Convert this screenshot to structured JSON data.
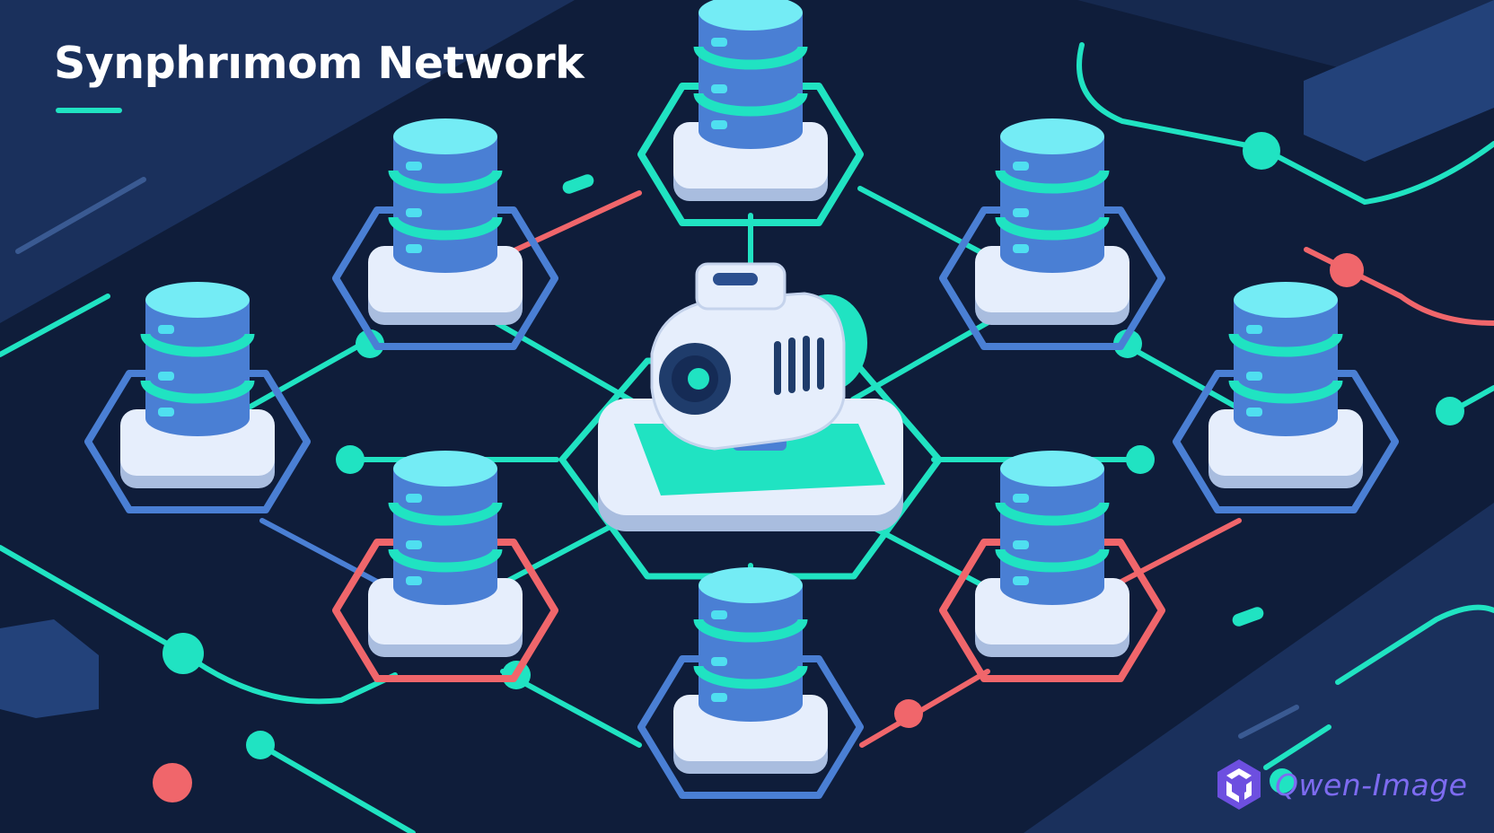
{
  "title": "Synphrımom Network",
  "watermark": {
    "text": "Qwen-Image",
    "icon": "qwen-logo-icon"
  },
  "colors": {
    "background": "#0f1d3a",
    "panel": "#1f3c6b",
    "teal": "#20e3c2",
    "blue": "#4a7fd4",
    "coral": "#f0666b",
    "pale": "#e6eefc",
    "cyan_top": "#74ecf5"
  },
  "nodes": [
    {
      "name": "top",
      "ring": "teal"
    },
    {
      "name": "upper-left",
      "ring": "blue"
    },
    {
      "name": "upper-right",
      "ring": "blue"
    },
    {
      "name": "left",
      "ring": "blue"
    },
    {
      "name": "right",
      "ring": "blue"
    },
    {
      "name": "lower-left",
      "ring": "coral"
    },
    {
      "name": "lower-right",
      "ring": "coral"
    },
    {
      "name": "bottom",
      "ring": "blue"
    }
  ],
  "hub": {
    "icon": "camera-icon"
  }
}
